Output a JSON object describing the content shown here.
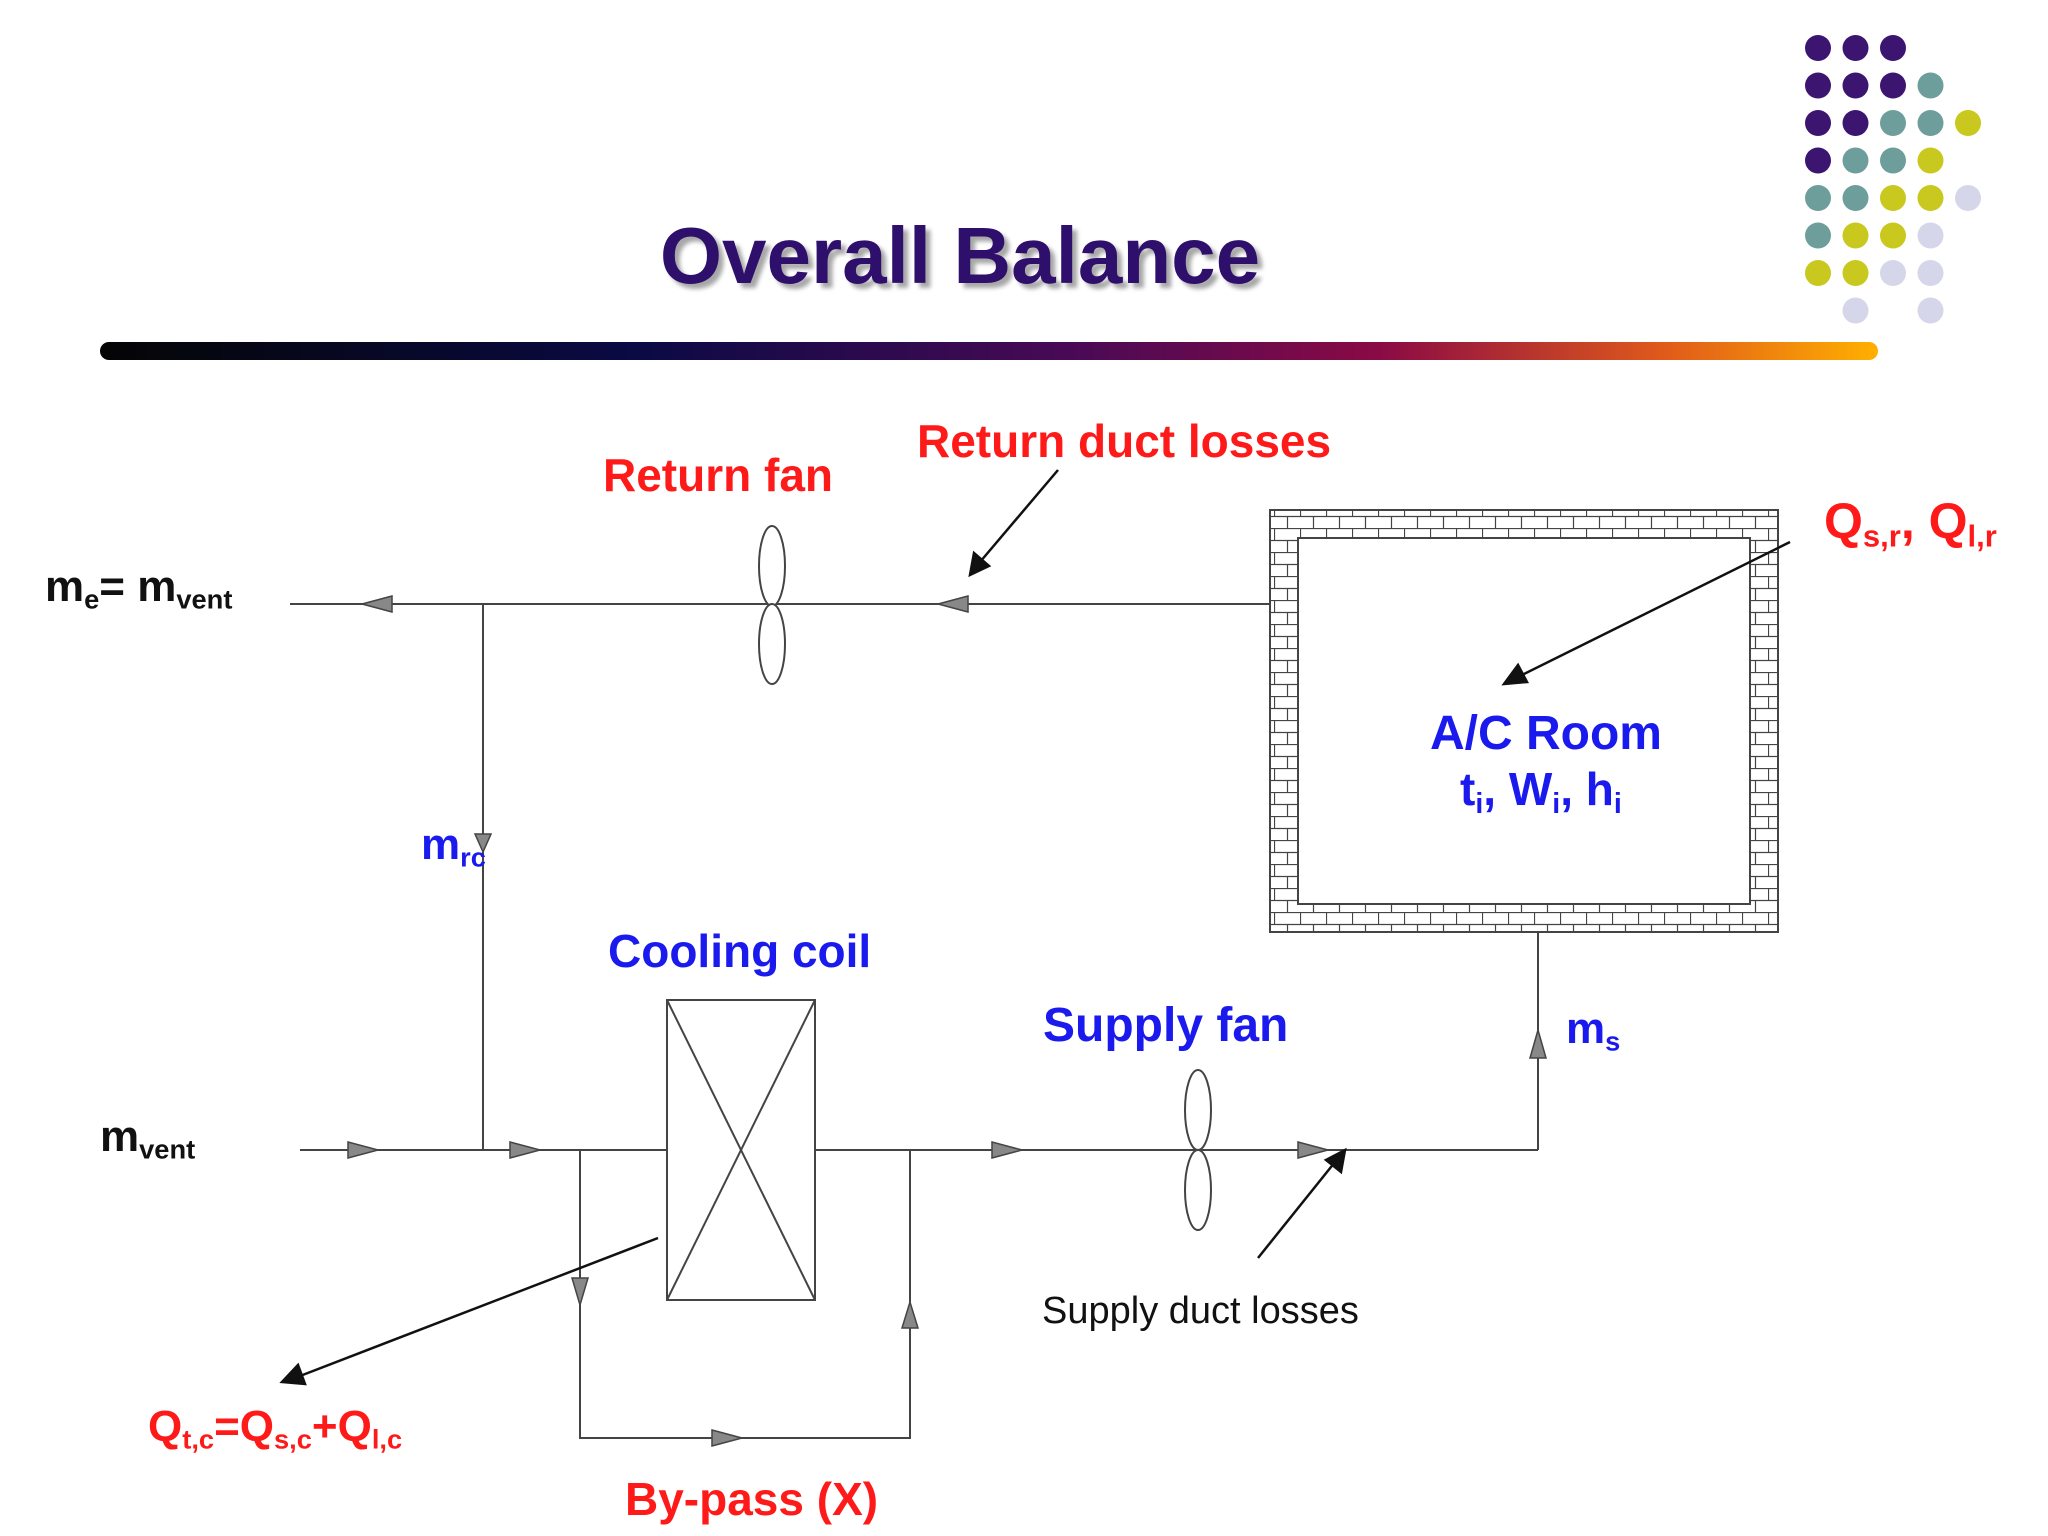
{
  "slide": {
    "title": "Overall Balance",
    "colors": {
      "title": "#2e0f6b",
      "label_red": "#ff1a1a",
      "label_blue": "#1a1aee",
      "dot_purple": "#3b1570",
      "dot_teal": "#6e9e9b",
      "dot_olive": "#c8c81e",
      "dot_lavender": "#d6d6ea"
    }
  },
  "diagram": {
    "labels": {
      "return_fan": "Return fan",
      "return_duct_losses": "Return duct losses",
      "supply_fan": "Supply fan",
      "supply_duct_losses": "Supply duct losses",
      "cooling_coil": "Cooling coil",
      "bypass": "By-pass (X)",
      "room_name": "A/C Room"
    },
    "symbols": {
      "m": "m",
      "e": "e",
      "eq": "= ",
      "vent": "vent",
      "rc": "rc",
      "s": "s",
      "Q": "Q",
      "sr": "s,r",
      "lr": "l,r",
      "comma": ", ",
      "tc": "t,c",
      "sc": "s,c",
      "lc": "l,c",
      "equals": "=",
      "plus": "+",
      "t": "t",
      "W": "W",
      "h": "h",
      "i": "i"
    }
  }
}
